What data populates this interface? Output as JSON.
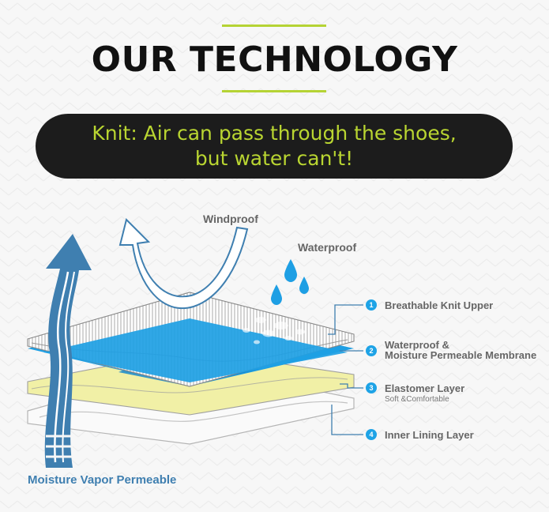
{
  "page": {
    "title": "OUR TECHNOLOGY",
    "banner": {
      "line1": "Knit: Air can pass through the shoes,",
      "line2": "but water can't!"
    }
  },
  "labels": {
    "windproof": "Windproof",
    "waterproof": "Waterproof",
    "vapor": "Moisture Vapor Permeable"
  },
  "layers": [
    {
      "num": "1",
      "name": "Breathable Knit Upper"
    },
    {
      "num": "2",
      "name": "Waterproof &",
      "name2": "Moisture Permeable Membrane"
    },
    {
      "num": "3",
      "name": "Elastomer Layer",
      "sub": "Soft &Comfortable"
    },
    {
      "num": "4",
      "name": "Inner Lining Layer"
    }
  ],
  "colors": {
    "accent": "#b5d334",
    "banner_text": "#b9d531",
    "membrane": "#1e9fe4",
    "elastomer": "#f1f0a6",
    "vapor_arrow": "#3f7fb0",
    "water_drop": "#1e9fe4"
  }
}
